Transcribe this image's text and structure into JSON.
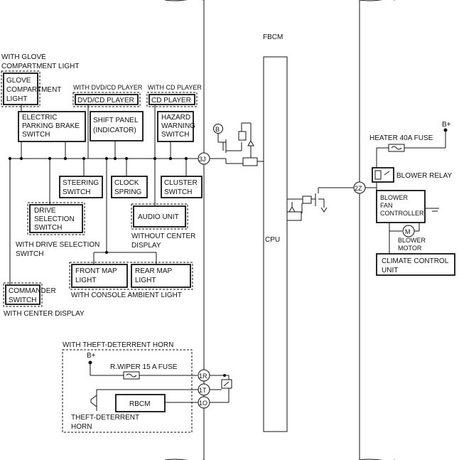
{
  "fbcm": "FBCM",
  "cpu": "CPU",
  "glove": {
    "note": [
      "WITH GLOVE",
      "COMPARTMENT LIGHT"
    ],
    "label": [
      "GLOVE",
      "COMPARTMENT",
      "LIGHT"
    ]
  },
  "dvd": {
    "note": "WITH DVD/CD PLAYER",
    "label": "DVD/CD PLAYER"
  },
  "cd": {
    "note": "WITH CD PLAYER",
    "label": "CD PLAYER"
  },
  "parking": [
    "ELECTRIC",
    "PARKING BRAKE",
    "SWITCH"
  ],
  "shift": [
    "SHIFT PANEL",
    "(INDICATOR)"
  ],
  "hazard": [
    "HAZARD",
    "WARNING",
    "SWITCH"
  ],
  "steering": [
    "STEERING",
    "SWITCH"
  ],
  "clock": [
    "CLOCK",
    "SPRING"
  ],
  "cluster": [
    "CLUSTER",
    "SWITCH"
  ],
  "drive": {
    "label": [
      "DRIVE",
      "SELECTION",
      "SWITCH"
    ],
    "note": [
      "WITH DRIVE SELECTION",
      "SWITCH"
    ]
  },
  "audio": {
    "label": "AUDIO UNIT",
    "note": [
      "WITHOUT CENTER",
      "DISPLAY"
    ]
  },
  "front_map": [
    "FRONT MAP",
    "LIGHT"
  ],
  "rear_map": [
    "REAR MAP",
    "LIGHT"
  ],
  "console_note": "WITH CONSOLE AMBIENT LIGHT",
  "commander": {
    "label": [
      "COMMANDER",
      "SWITCH"
    ],
    "note": "WITH CENTER DISPLAY"
  },
  "terminals": {
    "t3j": "3J",
    "t2z": "2Z",
    "t1r": "1R",
    "t1t": "1T",
    "t1o": "1O",
    "b": "B"
  },
  "heater_fuse": "HEATER 40A FUSE",
  "bplus": "B+",
  "blower_relay": "BLOWER RELAY",
  "blower_fan": [
    "BLOWER",
    "FAN",
    "CONTROLLER"
  ],
  "blower_motor": [
    "BLOWER",
    "MOTOR"
  ],
  "climate": [
    "CLIMATE CONTROL",
    "UNIT"
  ],
  "theft": {
    "note": "WITH THEFT-DETERRENT HORN",
    "bplus": "B+",
    "fuse": "R.WIPER 15 A FUSE",
    "rbcm": "RBCM",
    "horn": [
      "THEFT-DETERRENT",
      "HORN"
    ]
  }
}
